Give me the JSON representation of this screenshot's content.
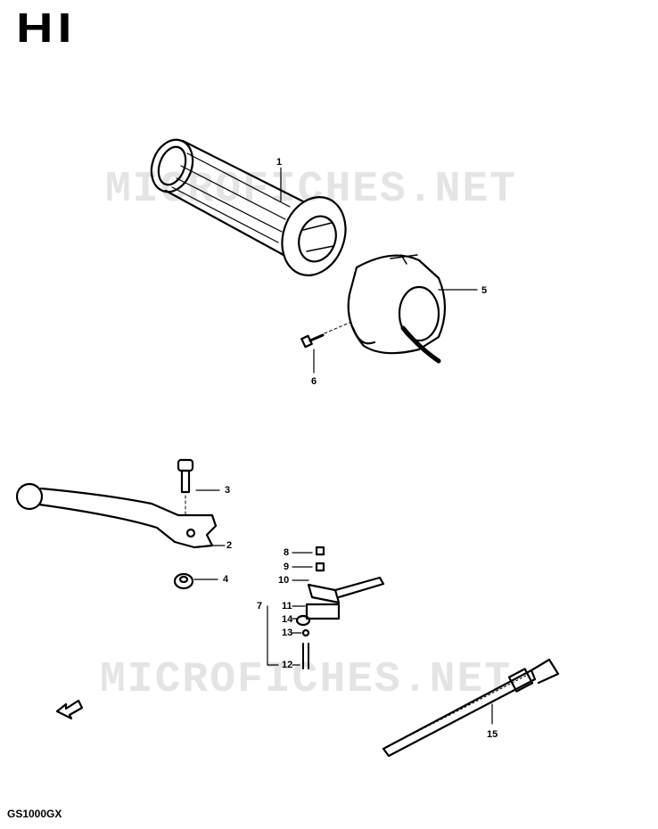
{
  "page_code": "HI",
  "footer": "GS1000GX",
  "watermark": "MICROFICHES.NET",
  "callouts": {
    "p1": "1",
    "p2": "2",
    "p3": "3",
    "p4": "4",
    "p5": "5",
    "p6": "6",
    "p7": "7",
    "p8": "8",
    "p9": "9",
    "p10": "10",
    "p11": "11",
    "p12": "12",
    "p13": "13",
    "p14": "14",
    "p15": "15"
  }
}
